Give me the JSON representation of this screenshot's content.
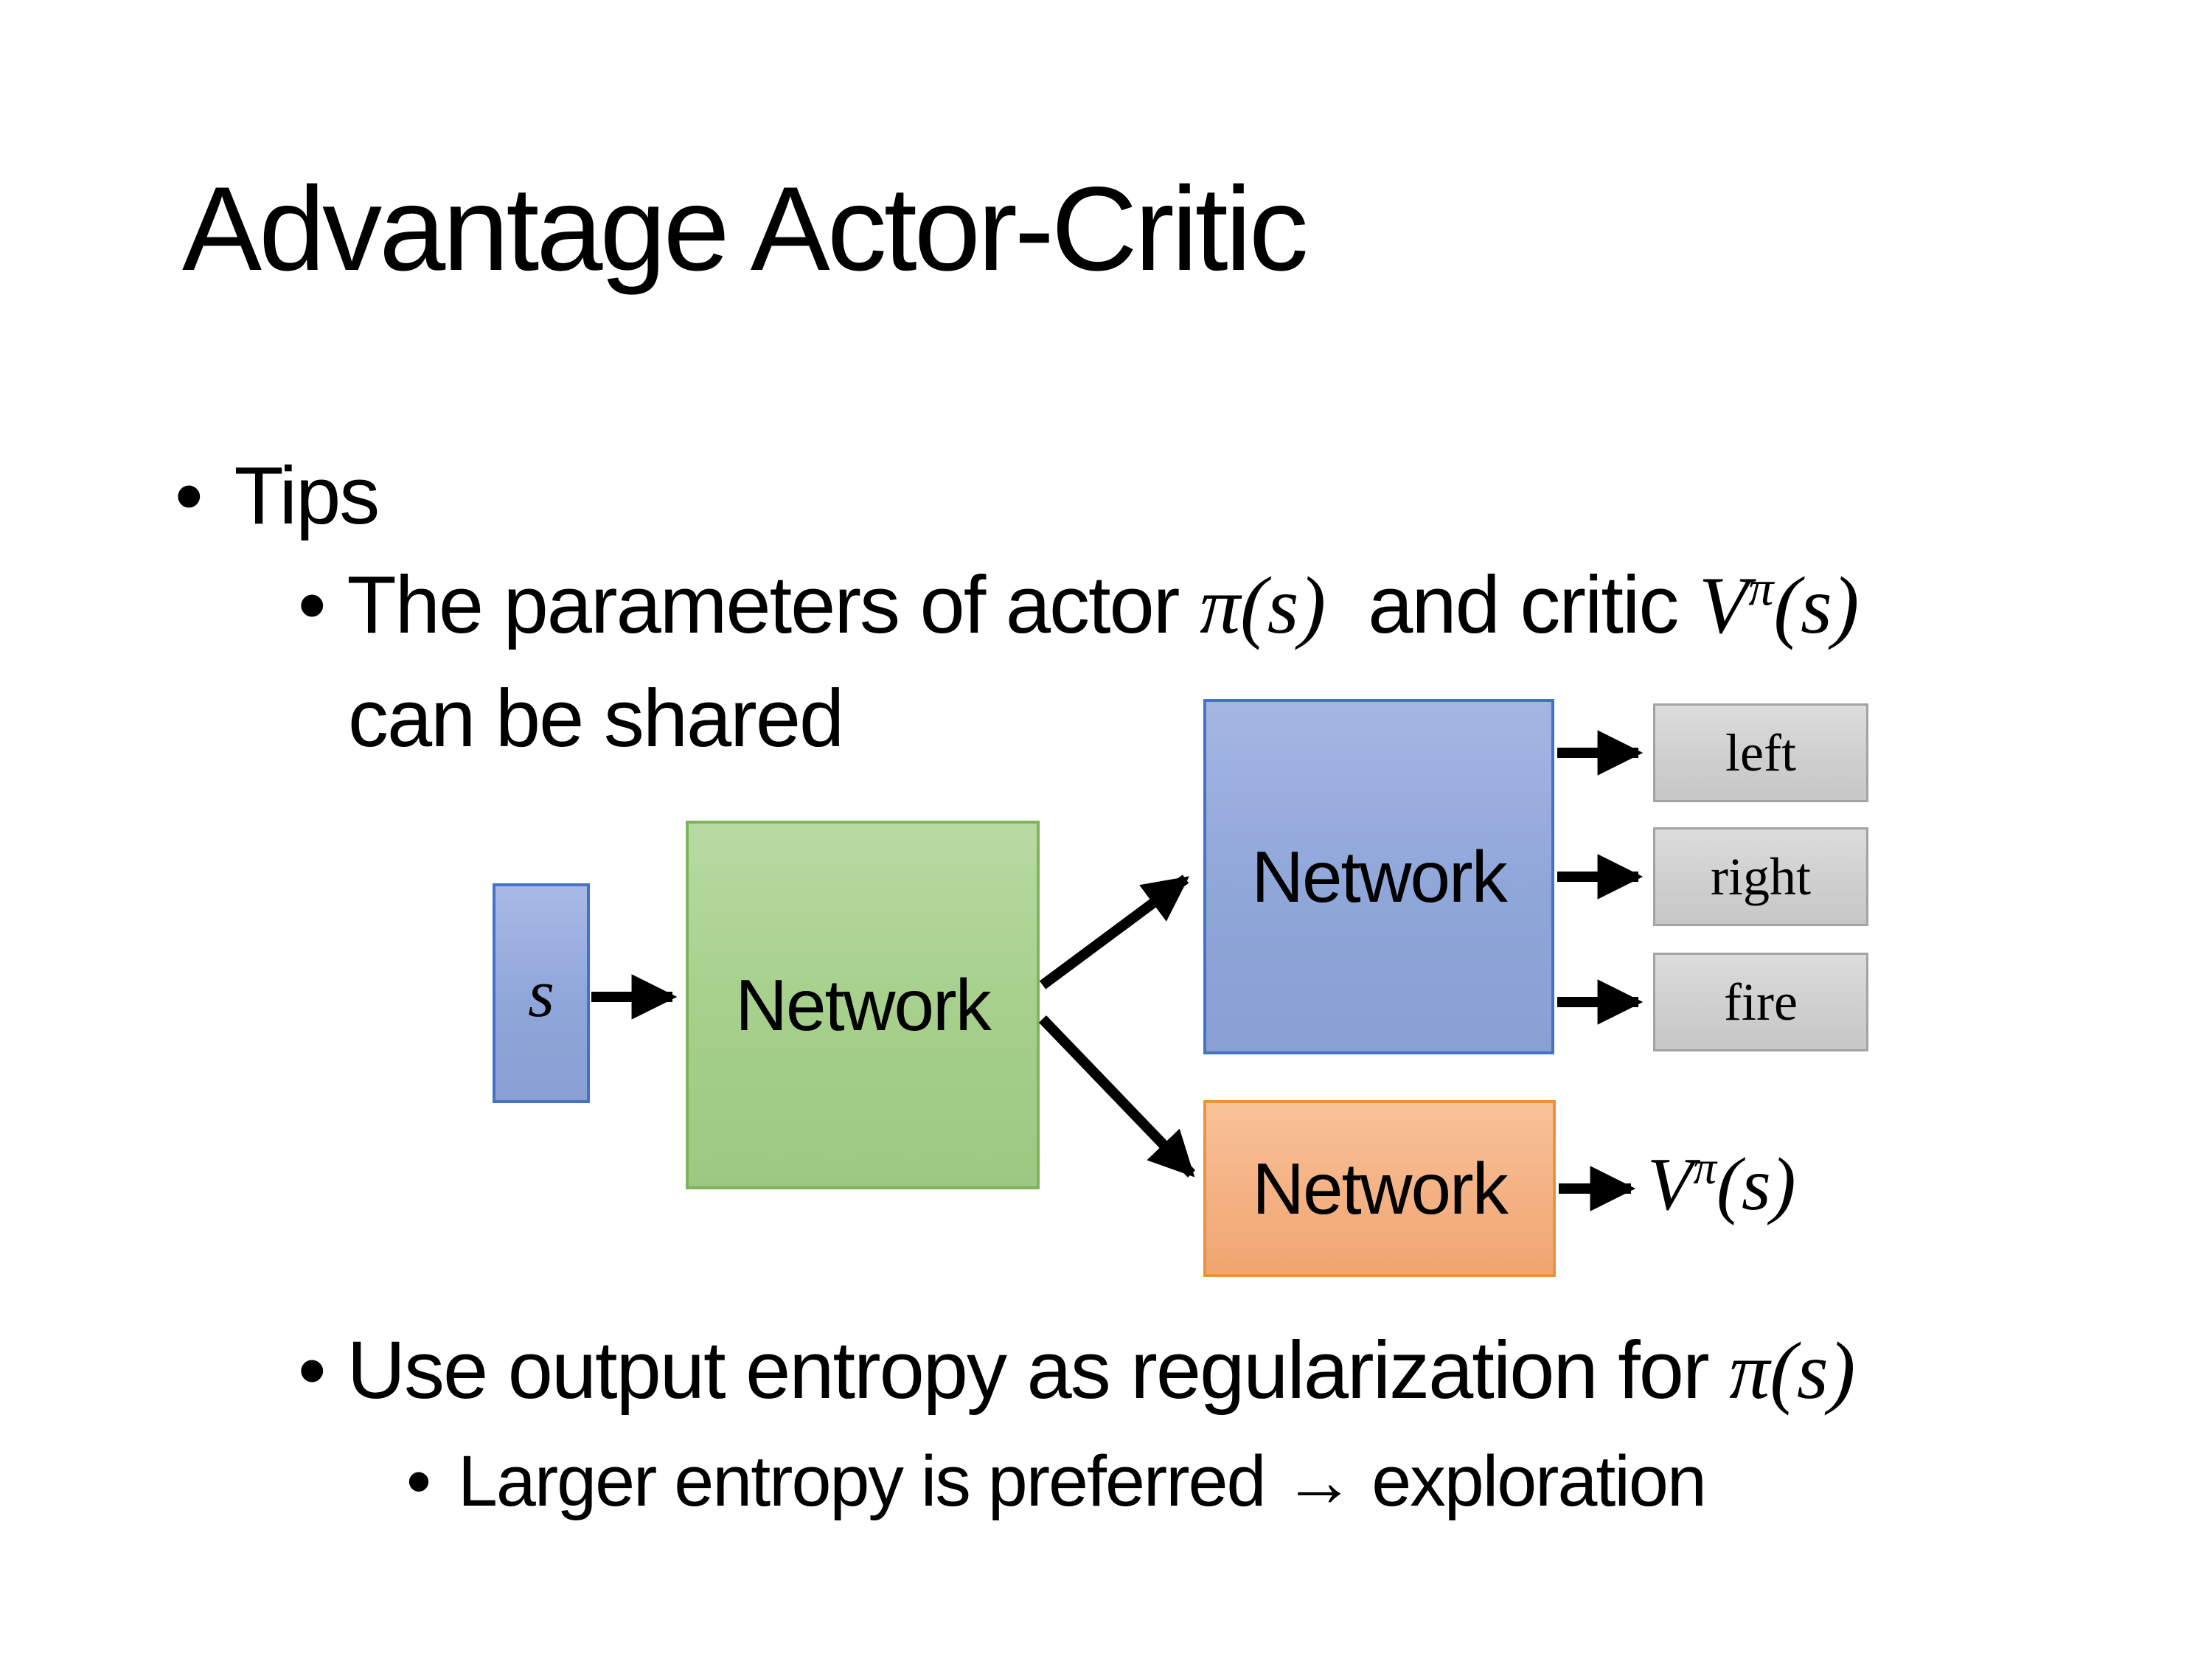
{
  "slide": {
    "title": "Advantage Actor-Critic",
    "bullets": {
      "bullet_char": "•",
      "tips": "Tips",
      "b2": {
        "p1": "The parameters of actor ",
        "m1": "π(s)",
        "p2": "  and critic ",
        "mV": "V",
        "msup": "π",
        "mparen": "(s)",
        "line2": "can be shared"
      },
      "b3": {
        "p1": "Use output entropy as regularization for ",
        "m1": "π(s)"
      },
      "b4": "Larger entropy is preferred → exploration"
    },
    "diagram": {
      "state_label": "s",
      "shared_network_label": "Network",
      "actor_network_label": "Network",
      "critic_network_label": "Network",
      "actions": [
        "left",
        "right",
        "fire"
      ],
      "value_output": {
        "V": "V",
        "sup": "π",
        "paren": "(s)"
      },
      "colors": {
        "state_fill": "#8fa6d9",
        "state_border": "#4472c4",
        "shared_fill": "#a5cf8a",
        "shared_border": "#7fb35c",
        "actor_fill": "#8fa6d9",
        "actor_border": "#4472c4",
        "critic_fill": "#f4b183",
        "critic_border": "#e8943e",
        "action_fill": "#cfcfcf",
        "action_border": "#a3a3a3",
        "arrow": "#000000",
        "text": "#000000",
        "background": "#ffffff"
      }
    }
  }
}
